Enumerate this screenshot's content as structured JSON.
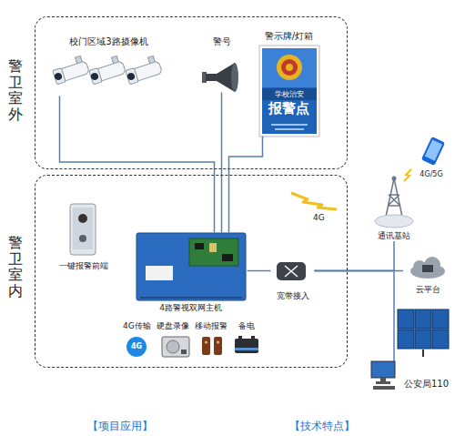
{
  "diagram": {
    "nodes": [
      {
        "text": [
          "警卫室外"
        ]
      },
      {
        "text": [
          "校门区域3路摄像机"
        ],
        "in": 0
      },
      {
        "text": [
          "警号"
        ],
        "in": 0
      },
      {
        "text": [
          "警示牌/灯箱",
          "学校治安",
          "报警点"
        ],
        "in": 0
      },
      {
        "text": [
          "警卫室内"
        ]
      },
      {
        "text": [
          "一键报警前端"
        ],
        "in": 4
      },
      {
        "text": [
          "4路警视双网主机"
        ],
        "in": 4
      },
      {
        "text": [
          "宽带接入"
        ],
        "in": 4
      },
      {
        "text": [
          "4G/5G"
        ]
      },
      {
        "text": [
          "通讯基站"
        ]
      },
      {
        "text": [
          "云平台"
        ]
      },
      {
        "text": [
          "公安局110"
        ]
      }
    ],
    "edges": [
      {
        "from": 1,
        "to": 6,
        "arrow": "none"
      },
      {
        "from": 2,
        "to": 6,
        "arrow": "none"
      },
      {
        "from": 3,
        "to": 6,
        "arrow": "none"
      },
      {
        "from": 6,
        "to": 7,
        "arrow": "none"
      },
      {
        "from": 7,
        "to": 9,
        "arrow": "none"
      },
      {
        "from": 7,
        "to": 10,
        "arrow": "none"
      },
      {
        "from": 7,
        "to": 11,
        "arrow": "none"
      }
    ],
    "labels": [
      "4G",
      "4G传输",
      "硬盘录像",
      "移动报警",
      "备电",
      "4G",
      "【项目应用】",
      "【技术特点】"
    ]
  }
}
